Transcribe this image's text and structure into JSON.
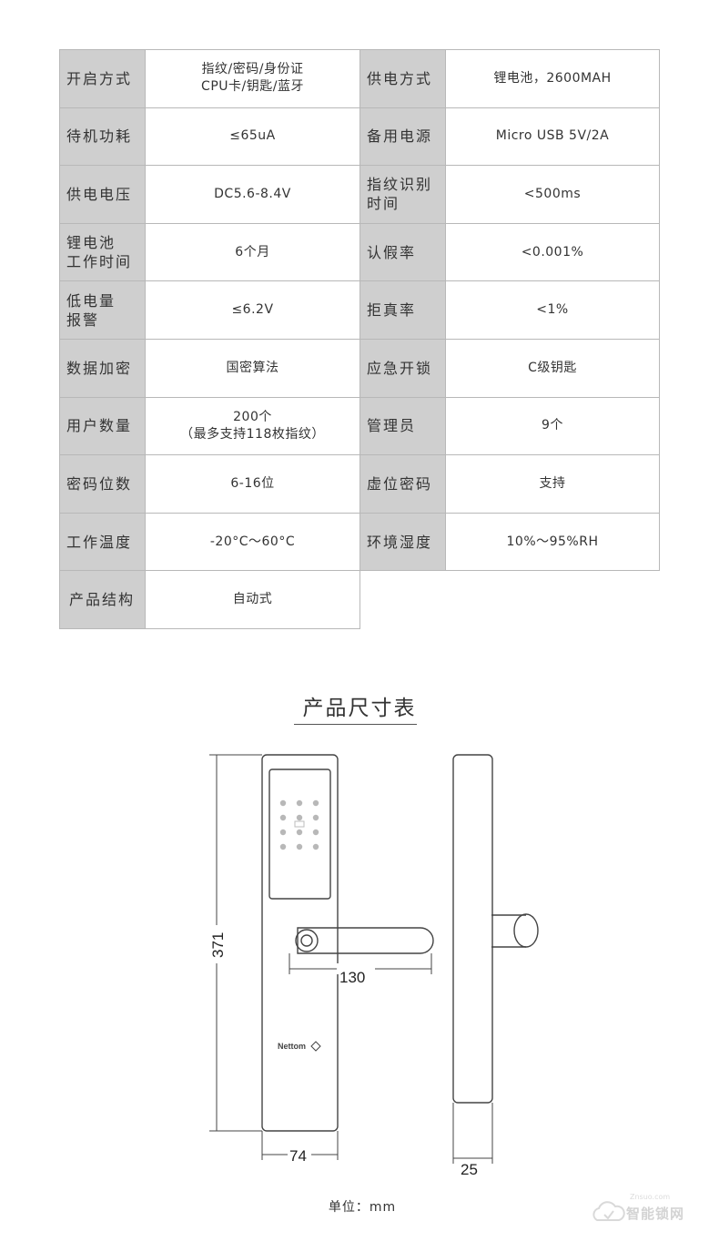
{
  "specs": {
    "rows": [
      {
        "l1": "开启方式",
        "v1": "指纹/密码/身份证\nCPU卡/钥匙/蓝牙",
        "l2": "供电方式",
        "v2": "锂电池，2600MAH"
      },
      {
        "l1": "待机功耗",
        "v1": "≤65uA",
        "l2": "备用电源",
        "v2": "Micro USB 5V/2A"
      },
      {
        "l1": "供电电压",
        "v1": "DC5.6-8.4V",
        "l2": "指纹识别\n时间",
        "v2": "<500ms"
      },
      {
        "l1": "锂电池\n工作时间",
        "v1": "6个月",
        "l2": "认假率",
        "v2": "<0.001%"
      },
      {
        "l1": "低电量\n报警",
        "v1": "≤6.2V",
        "l2": "拒真率",
        "v2": "<1%"
      },
      {
        "l1": "数据加密",
        "v1": "国密算法",
        "l2": "应急开锁",
        "v2": "C级钥匙"
      },
      {
        "l1": "用户数量",
        "v1": "200个\n（最多支持118枚指纹）",
        "l2": "管理员",
        "v2": "9个"
      },
      {
        "l1": "密码位数",
        "v1": "6-16位",
        "l2": "虚位密码",
        "v2": "支持"
      },
      {
        "l1": "工作温度",
        "v1": "-20°C～60°C",
        "l2": "环境湿度",
        "v2": "10%～95%RH"
      },
      {
        "l1": "产品结构",
        "v1": "自动式"
      }
    ]
  },
  "dimensions": {
    "title": "产品尺寸表",
    "height_label": "371",
    "handle_label": "130",
    "width_label": "74",
    "depth_label": "25",
    "brand_mark": "Nettom",
    "unit": "单位：mm"
  },
  "watermark": {
    "text": "智能锁网",
    "small": "Znsuo.com"
  },
  "colors": {
    "label_bg": "#cfcfcf",
    "border": "#b8b8b8",
    "line": "#444444"
  }
}
